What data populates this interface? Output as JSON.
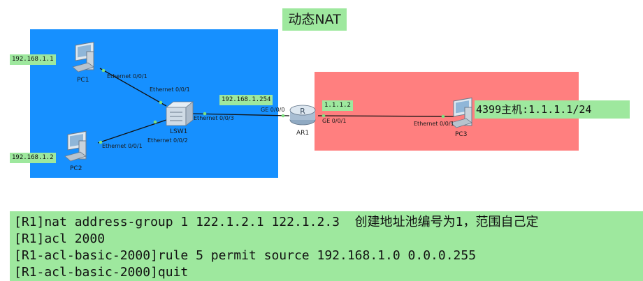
{
  "title": "动态NAT",
  "colors": {
    "lan_zone": "#1690ff",
    "wan_zone": "#ff7f7f",
    "label_bg": "#9ee89e"
  },
  "devices": {
    "pc1": {
      "name": "PC1",
      "ip": "192.168.1.1",
      "port": "Ethernet 0/0/1"
    },
    "pc2": {
      "name": "PC2",
      "ip": "192.168.1.2",
      "port": "Ethernet 0/0/1"
    },
    "lsw1": {
      "name": "LSW1",
      "port_pc1": "Ethernet 0/0/1",
      "port_pc2": "Ethernet 0/0/2",
      "port_ar1": "Ethernet 0/0/3"
    },
    "ar1": {
      "name": "AR1",
      "ip_lan": "192.168.1.254",
      "port_lan": "GE 0/0/0",
      "ip_wan": "1.1.1.2",
      "port_wan": "GE 0/0/1"
    },
    "pc3": {
      "name": "PC3",
      "port": "Ethernet 0/0/1",
      "host_label": "4399主机:1.1.1.1/24"
    }
  },
  "commands": [
    "[R1]nat address-group 1 122.1.2.1 122.1.2.3  创建地址池编号为1，范围自己定",
    "[R1]acl 2000",
    "[R1-acl-basic-2000]rule 5 permit source 192.168.1.0 0.0.0.255",
    "[R1-acl-basic-2000]quit"
  ]
}
